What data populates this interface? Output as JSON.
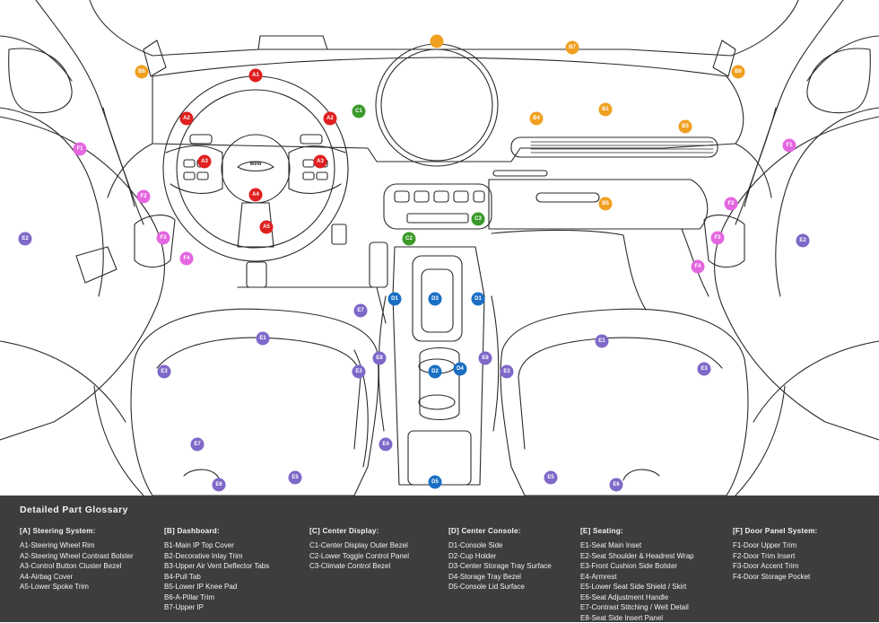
{
  "glossary": {
    "title": "Detailed Part Glossary",
    "groups": [
      {
        "code": "A",
        "heading": "[A] Steering System:",
        "color": "#e02020",
        "items": [
          "A1-Steering Wheel Rim",
          "A2-Steering Wheel Contrast Bolster",
          "A3-Control Button Cluster Bezel",
          "A4-Airbag Cover",
          "A5-Lower Spoke Trim"
        ]
      },
      {
        "code": "B",
        "heading": "[B] Dashboard:",
        "color": "#f0a020",
        "items": [
          "B1-Main IP Top Cover",
          "B2-Decorative Inlay Trim",
          "B3-Upper Air Vent Deflector Tabs",
          "B4-Pull Tab",
          "B5-Lower IP Knee Pad",
          "B6-A-Pillar Trim",
          "B7-Upper IP"
        ]
      },
      {
        "code": "C",
        "heading": "[C] Center Display:",
        "color": "#3a9a2a",
        "items": [
          "C1-Center Display Outer Bezel",
          "C2-Lower Toggle Control Panel",
          "C3-Climate Control Bezel"
        ]
      },
      {
        "code": "D",
        "heading": "[D] Center Console:",
        "color": "#1a6fc4",
        "items": [
          "D1-Console Side",
          "D2-Cup Holder",
          "D3-Center Storage Tray Surface",
          "D4-Storage Tray Bezel",
          "D5-Console Lid Surface"
        ]
      },
      {
        "code": "E",
        "heading": "[E] Seating:",
        "color": "#7e68c8",
        "items": [
          "E1-Seat Main Inset",
          "E2-Seat Shoulder & Headrest Wrap",
          "E3-Front Cushion Side Bolster",
          "E4-Armrest",
          "E5-Lower Seat Side Shield / Skirt",
          "E6-Seat Adjustment Handle",
          "E7-Contrast Stitching / Welt Detail",
          "E8-Seat Side Insert Panel"
        ]
      },
      {
        "code": "F",
        "heading": "[F] Door Panel System:",
        "color": "#e466e0",
        "items": [
          "F1-Door Upper Trim",
          "F2-Door Trim Insert",
          "F3-Door Accent Trim",
          "F4-Door Storage Pocket"
        ]
      }
    ]
  },
  "diagram": {
    "logo_text": "MINI",
    "markers": [
      {
        "label": "A1",
        "group": "A"
      },
      {
        "label": "A2",
        "group": "A"
      },
      {
        "label": "A2",
        "group": "A"
      },
      {
        "label": "A3",
        "group": "A"
      },
      {
        "label": "A3",
        "group": "A"
      },
      {
        "label": "A4",
        "group": "A"
      },
      {
        "label": "A5",
        "group": "A"
      },
      {
        "label": "B1",
        "group": "B"
      },
      {
        "label": "",
        "group": "B"
      },
      {
        "label": "B3",
        "group": "B"
      },
      {
        "label": "B4",
        "group": "B"
      },
      {
        "label": "B5",
        "group": "B"
      },
      {
        "label": "B6",
        "group": "B"
      },
      {
        "label": "B6",
        "group": "B"
      },
      {
        "label": "B7",
        "group": "B"
      },
      {
        "label": "C1",
        "group": "C"
      },
      {
        "label": "C2",
        "group": "C"
      },
      {
        "label": "C3",
        "group": "C"
      },
      {
        "label": "D1",
        "group": "D"
      },
      {
        "label": "D1",
        "group": "D"
      },
      {
        "label": "D2",
        "group": "D"
      },
      {
        "label": "D3",
        "group": "D"
      },
      {
        "label": "D4",
        "group": "D"
      },
      {
        "label": "D5",
        "group": "D"
      },
      {
        "label": "E1",
        "group": "E"
      },
      {
        "label": "E1",
        "group": "E"
      },
      {
        "label": "E2",
        "group": "E"
      },
      {
        "label": "E2",
        "group": "E"
      },
      {
        "label": "E3",
        "group": "E"
      },
      {
        "label": "E3",
        "group": "E"
      },
      {
        "label": "E3",
        "group": "E"
      },
      {
        "label": "E3",
        "group": "E"
      },
      {
        "label": "E4",
        "group": "E"
      },
      {
        "label": "E5",
        "group": "E"
      },
      {
        "label": "E5",
        "group": "E"
      },
      {
        "label": "E6",
        "group": "E"
      },
      {
        "label": "E6",
        "group": "E"
      },
      {
        "label": "E7",
        "group": "E"
      },
      {
        "label": "E7",
        "group": "E"
      },
      {
        "label": "E8",
        "group": "E"
      },
      {
        "label": "E8",
        "group": "E"
      },
      {
        "label": "F1",
        "group": "F"
      },
      {
        "label": "F1",
        "group": "F"
      },
      {
        "label": "F2",
        "group": "F"
      },
      {
        "label": "F2",
        "group": "F"
      },
      {
        "label": "F3",
        "group": "F"
      },
      {
        "label": "F3",
        "group": "F"
      },
      {
        "label": "F4",
        "group": "F"
      },
      {
        "label": "F4",
        "group": "F"
      }
    ]
  }
}
